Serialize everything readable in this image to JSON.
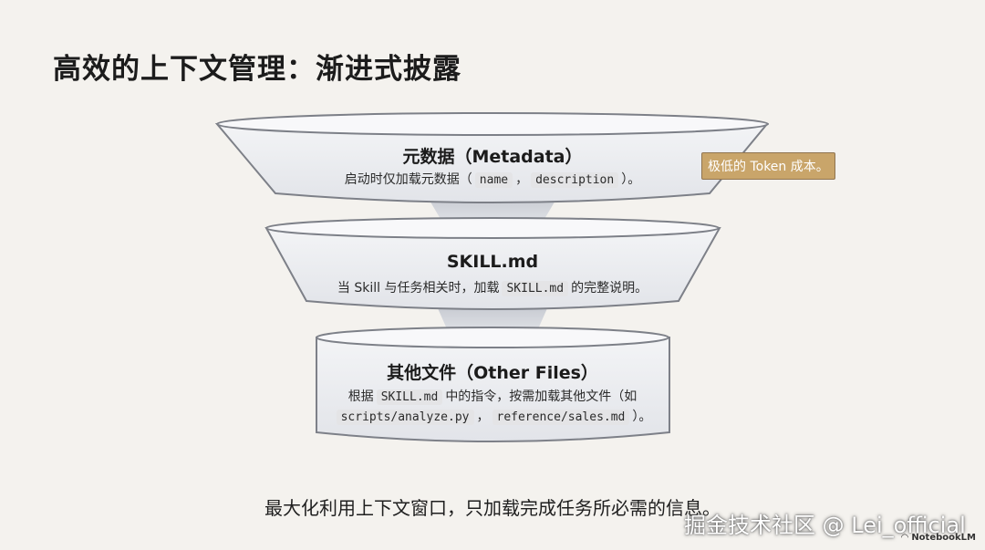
{
  "title": "高效的上下文管理：渐进式披露",
  "tiers": [
    {
      "heading": "元数据（Metadata）",
      "desc_pre": "启动时仅加载元数据（",
      "code1": "name",
      "desc_sep": "，",
      "code2": "description",
      "desc_post": "）。"
    },
    {
      "heading": "SKILL.md",
      "desc_pre": "当 Skill 与任务相关时，加载",
      "code1": "SKILL.md",
      "desc_post": "的完整说明。"
    },
    {
      "heading": "其他文件（Other Files）",
      "line1_pre": "根据",
      "line1_code": "SKILL.md",
      "line1_post": "中的指令，按需加载其他文件（如",
      "line2_code1": "scripts/analyze.py",
      "line2_sep": "，",
      "line2_code2": "reference/sales.md",
      "line2_post": "）。"
    }
  ],
  "note": "极低的 Token 成本。",
  "caption": "最大化利用上下文窗口，只加载完成任务所必需的信息。",
  "watermark": "掘金技术社区 @ Lei_official",
  "brand": "NotebookLM",
  "colors": {
    "background": "#f4f2ee",
    "tier_fill": "#eceef2",
    "tier_stroke": "#7d8088",
    "note_bg": "#c9a56a"
  }
}
